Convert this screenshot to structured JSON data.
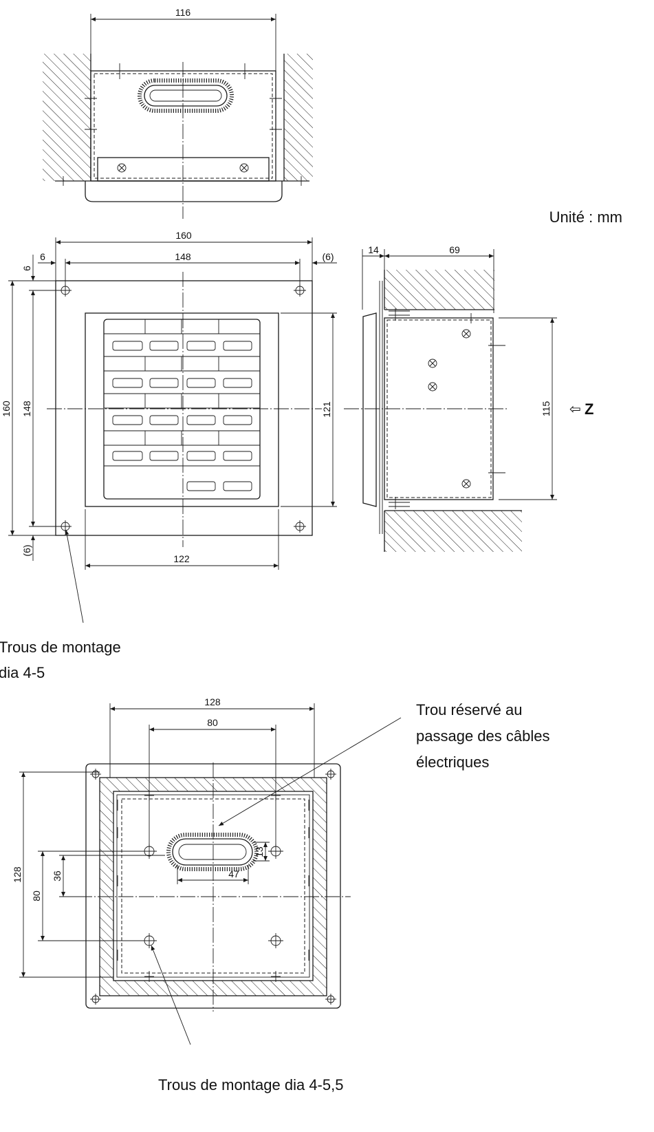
{
  "unit_label": "Unité : mm",
  "top_view": {
    "dim_width": "116"
  },
  "front_view": {
    "dim_overall_width": "160",
    "dim_hole_pitch_w": "148",
    "dim_left_offset": "6",
    "dim_right_offset": "(6)",
    "dim_overall_height": "160",
    "dim_hole_pitch_h": "148",
    "dim_top_offset": "6",
    "dim_bottom_offset": "(6)",
    "dim_panel_height": "121",
    "dim_panel_width": "122"
  },
  "side_view": {
    "dim_flange": "14",
    "dim_depth": "69",
    "dim_body_height": "115",
    "view_arrow": "⇦",
    "view_label": "Z"
  },
  "mounting_holes_label_1": "Trous de montage",
  "mounting_holes_label_2": "dia 4-5",
  "rear_view": {
    "dim_outer": "128",
    "dim_inner": "80",
    "dim_slot_width": "47",
    "dim_slot_height": "13",
    "dim_v_outer": "128",
    "dim_v_inner": "80",
    "dim_v_slot": "36"
  },
  "cable_hole_label_1": "Trou réservé au",
  "cable_hole_label_2": "passage des câbles",
  "cable_hole_label_3": "électriques",
  "rear_mounting_label": "Trous de montage dia 4-5,5"
}
